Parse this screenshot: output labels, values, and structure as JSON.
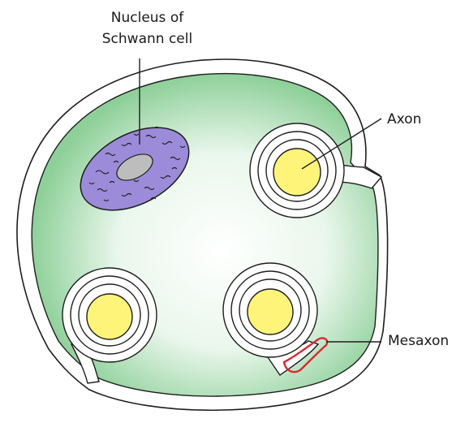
{
  "labels": {
    "nucleus_line1": "Nucleus of",
    "nucleus_line2": "Schwann cell",
    "axon": "Axon",
    "mesaxon": "Mesaxon"
  },
  "colors": {
    "cytoplasm_edge": "#8fd09a",
    "cytoplasm_center": "#ffffff",
    "membrane": "#1e1e1e",
    "nucleus_fill": "#9b8bd8",
    "nucleolus_fill": "#bdbdbd",
    "axon_fill": "#fff47a",
    "mesaxon_highlight": "#d9282f"
  }
}
